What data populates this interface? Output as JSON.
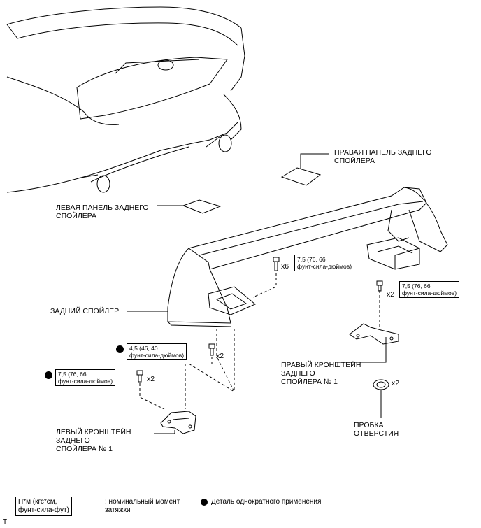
{
  "labels": {
    "right_panel": [
      "ПРАВАЯ ПАНЕЛЬ ЗАДНЕГО",
      "СПОЙЛЕРА"
    ],
    "left_panel": [
      "ЛЕВАЯ ПАНЕЛЬ ЗАДНЕГО",
      "СПОЙЛЕРА"
    ],
    "rear_spoiler": "ЗАДНИЙ СПОЙЛЕР",
    "right_bracket": [
      "ПРАВЫЙ КРОНШТЕЙН",
      "ЗАДНЕГО",
      "СПОЙЛЕРА № 1"
    ],
    "left_bracket": [
      "ЛЕВЫЙ КРОНШТЕЙН",
      "ЗАДНЕГО",
      "СПОЙЛЕРА № 1"
    ],
    "hole_plug": [
      "ПРОБКА",
      "ОТВЕРСТИЯ"
    ]
  },
  "torques": {
    "t_center": [
      "7,5 (76, 66",
      "фунт-сила-дюймов)"
    ],
    "t_right": [
      "7,5 (76, 66",
      "фунт-сила-дюймов)"
    ],
    "t_mid": [
      "4,5 (46, 40",
      "фунт-сила-дюймов)"
    ],
    "t_left": [
      "7,5 (76, 66",
      "фунт-сила-дюймов)"
    ]
  },
  "quantities": {
    "q_center": "x6",
    "q_right": "x2",
    "q_mid": "x2",
    "q_left": "x2",
    "q_plug": "x2"
  },
  "legend": {
    "unit_box": [
      "Н*м (кгс*см,",
      "фунт-сила-фут)"
    ],
    "unit_desc": [
      ": номинальный момент",
      "затяжки"
    ],
    "single_use": "Деталь однократного применения"
  },
  "corner_mark": "T",
  "colors": {
    "line": "#000000",
    "background": "#ffffff",
    "dot": "#000000"
  }
}
